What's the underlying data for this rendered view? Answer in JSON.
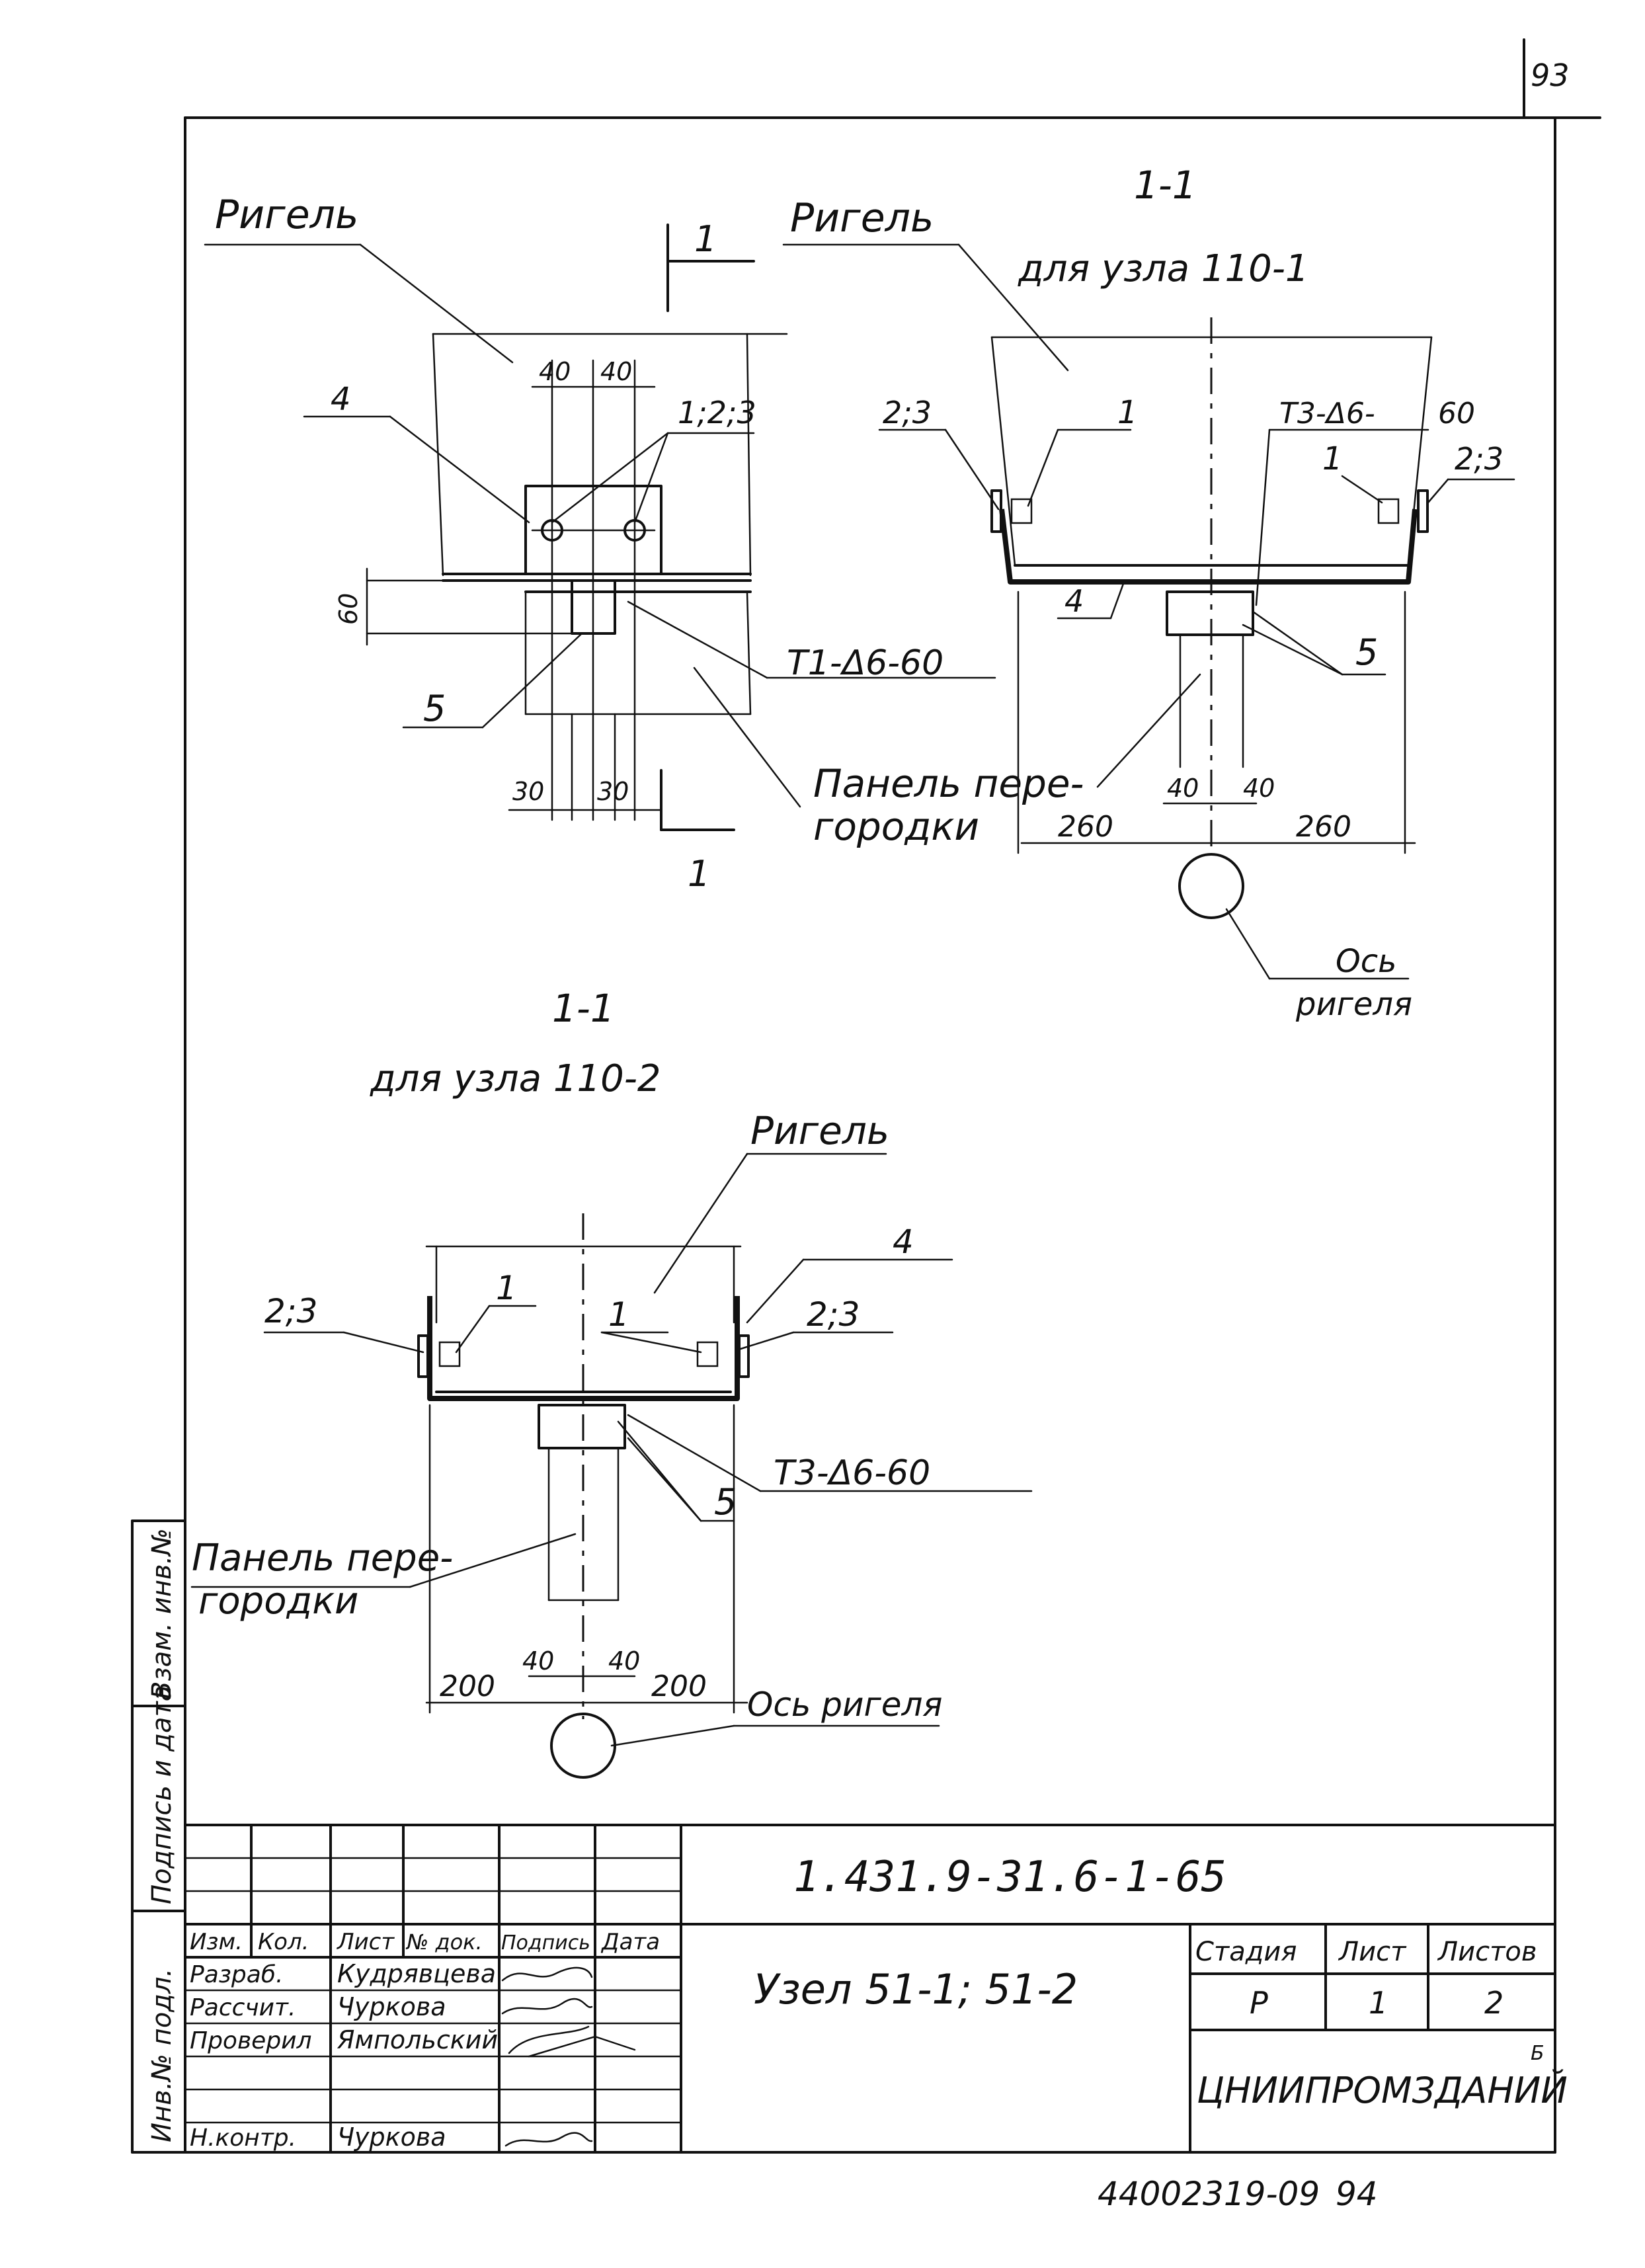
{
  "page_number": "93",
  "labels": {
    "rigel": "Ригель",
    "section": "1-1",
    "section_mark": "1",
    "node_110_1": "для узла 110-1",
    "node_110_2": "для узла 110-2",
    "panel_line1": "Панель пере-",
    "panel_line2": "городки",
    "os_rigelya": "Ось ригеля",
    "os": "Ось",
    "rigelya": "ригеля",
    "weld_t1": "Т1-Δ6-60",
    "weld_t3": "Т3-Δ6-60",
    "weld_t3_short": "Т3-Δ6-",
    "weld_60": "60",
    "pos_1": "1",
    "pos_4": "4",
    "pos_5": "5",
    "pos_123": "1;2;3",
    "pos_23": "2;3"
  },
  "dims": {
    "d40": "40",
    "d30": "30",
    "d60": "60",
    "d260": "260",
    "d200": "200"
  },
  "side_stamp": {
    "inv_podl": "Инв.№ подл.",
    "podp_data": "Подпись и дата",
    "vzam_inv": "Взам. инв.№"
  },
  "title_block": {
    "doc_code": "1.431.9-31.6-1-65",
    "title": "Узел 51-1; 51-2",
    "org": "ЦНИИПРОМЗДАНИЙ",
    "headers": [
      "Изм.",
      "Кол.",
      "Лист",
      "№ док.",
      "Подпись",
      "Дата"
    ],
    "roles": [
      {
        "role": "Разраб.",
        "name": "Кудрявцева"
      },
      {
        "role": "Рассчит.",
        "name": "Чуркова"
      },
      {
        "role": "Проверил",
        "name": "Ямпольский"
      },
      {
        "role": "",
        "name": ""
      },
      {
        "role": "Н.контр.",
        "name": "Чуркова"
      }
    ],
    "stage_label": "Стадия",
    "sheet_label": "Лист",
    "sheets_label": "Листов",
    "stage": "Р",
    "sheet": "1",
    "sheets": "2",
    "org_mark": "Б"
  },
  "archive_number": "44002319-09",
  "archive_page": "94"
}
